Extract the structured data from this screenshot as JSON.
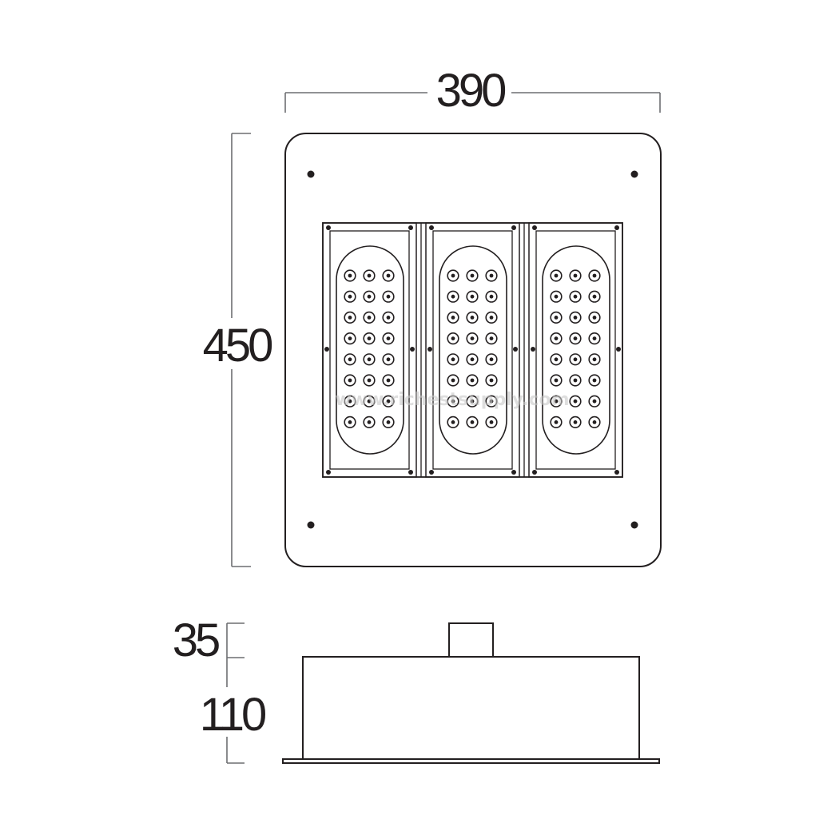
{
  "dimensions": {
    "width": "390",
    "height": "450",
    "top_height": "35",
    "body_height": "110"
  },
  "watermark": "www.richestsupply.com",
  "colors": {
    "line": "#231f20",
    "dimension_line": "#6d6e71",
    "background": "#ffffff"
  },
  "front_view": {
    "led_modules": 3,
    "led_rows_per_module": 8,
    "led_columns_per_module": 3
  }
}
